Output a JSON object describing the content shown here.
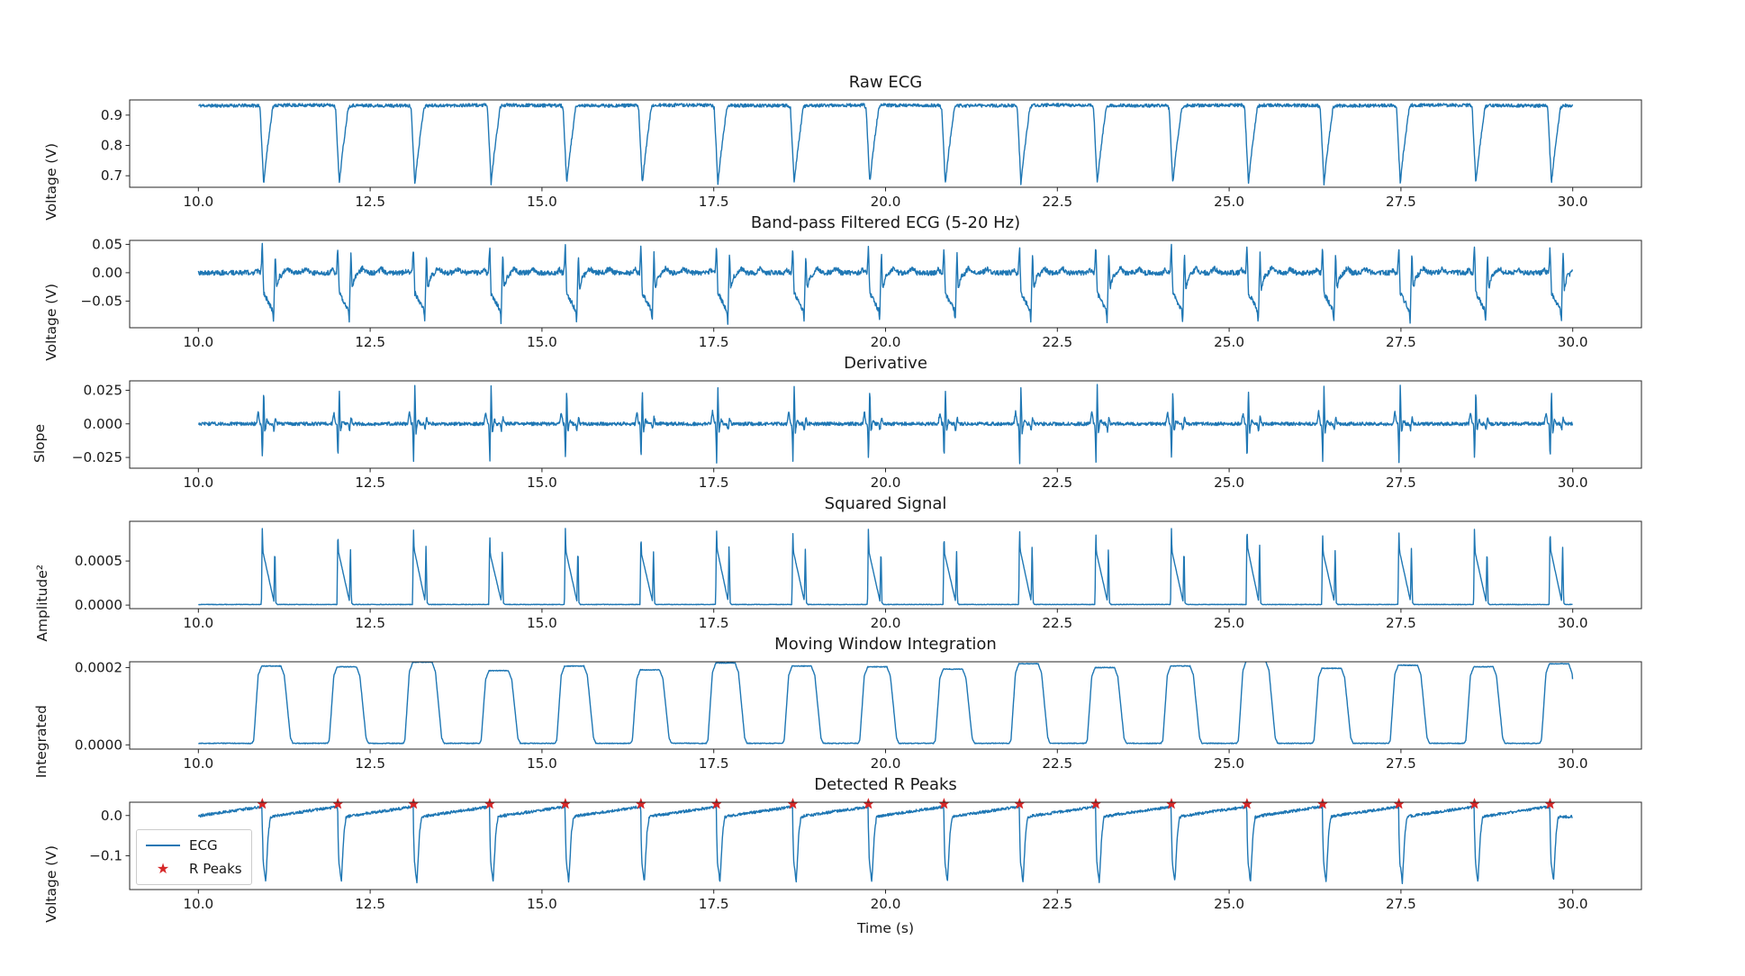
{
  "figure": {
    "background": "#ffffff",
    "line_color": "#1f77b4",
    "peak_marker_color": "#d62728",
    "frame_color": "#262626",
    "text_color": "#1a1a1a"
  },
  "legend": {
    "ecg_label": "ECG",
    "r_peaks_label": "R Peaks"
  },
  "icons": {
    "r_peak_marker": "★"
  },
  "chart_data": {
    "type": "line",
    "x_axis_label": "Time (s)",
    "xlim": [
      9.0,
      31.0
    ],
    "t_range": [
      10.0,
      30.0
    ],
    "x_ticks": [
      10.0,
      12.5,
      15.0,
      17.5,
      20.0,
      22.5,
      25.0,
      27.5,
      30.0
    ],
    "x_tick_labels": [
      "10.0",
      "12.5",
      "15.0",
      "17.5",
      "20.0",
      "22.5",
      "25.0",
      "27.5",
      "30.0"
    ],
    "r_peak_times": [
      10.93,
      12.03,
      13.13,
      14.24,
      15.34,
      16.44,
      17.54,
      18.65,
      19.75,
      20.85,
      21.95,
      23.06,
      24.16,
      25.26,
      26.36,
      27.47,
      28.57,
      29.67
    ],
    "beat_scale": [
      1.0,
      0.99,
      1.05,
      0.94,
      1.0,
      0.95,
      1.04,
      1.0,
      0.99,
      0.96,
      1.03,
      0.98,
      1.0,
      1.07,
      0.97,
      1.01,
      0.99,
      1.03
    ],
    "plots": [
      {
        "id": "raw",
        "title": "Raw ECG",
        "ylabel": "Voltage (V)",
        "ylim": [
          0.662,
          0.95
        ],
        "yticks": [
          0.7,
          0.8,
          0.9
        ],
        "ytick_labels": [
          "0.7",
          "0.8",
          "0.9"
        ],
        "baseline": 0.932,
        "noise": 0.0055,
        "beat_shape": [
          [
            -0.06,
            0
          ],
          [
            -0.033,
            -0.01
          ],
          [
            0.02,
            -0.257
          ],
          [
            0.065,
            -0.16
          ],
          [
            0.15,
            -0.008
          ],
          [
            0.19,
            0
          ]
        ]
      },
      {
        "id": "bandpass",
        "title": "Band-pass Filtered ECG (5-20 Hz)",
        "ylabel": "Voltage (V)",
        "ylim": [
          -0.097,
          0.057
        ],
        "yticks": [
          -0.05,
          0.0,
          0.05
        ],
        "ytick_labels": [
          "−0.05",
          "0.00",
          "0.05"
        ],
        "baseline": 0.0,
        "noise": 0.0045,
        "beat_shape": [
          [
            -0.12,
            0
          ],
          [
            -0.085,
            0.006
          ],
          [
            -0.05,
            0
          ],
          [
            -0.02,
            0
          ],
          [
            0,
            0.048
          ],
          [
            0.02,
            -0.036
          ],
          [
            0.15,
            -0.066
          ],
          [
            0.165,
            -0.088
          ],
          [
            0.178,
            -0.015
          ],
          [
            0.19,
            0.036
          ],
          [
            0.207,
            -0.028
          ],
          [
            0.25,
            -0.007
          ],
          [
            0.32,
            0
          ]
        ],
        "wave_bumps": [
          [
            0.3,
            0
          ],
          [
            0.36,
            0.008
          ],
          [
            0.43,
            0
          ],
          [
            0.56,
            0
          ],
          [
            0.63,
            0.007
          ],
          [
            0.71,
            0
          ]
        ]
      },
      {
        "id": "derivative",
        "title": "Derivative",
        "ylabel": "Slope",
        "ylim": [
          -0.033,
          0.032
        ],
        "yticks": [
          -0.025,
          0.0,
          0.025
        ],
        "ytick_labels": [
          "−0.025",
          "0.000",
          "0.025"
        ],
        "baseline": 0.0,
        "noise": 0.0013,
        "beat_shape": [
          [
            -0.085,
            0
          ],
          [
            -0.058,
            0.009
          ],
          [
            -0.032,
            0
          ],
          [
            -0.013,
            0
          ],
          [
            0.002,
            -0.0285
          ],
          [
            0.02,
            0.028
          ],
          [
            0.037,
            -0.007
          ],
          [
            0.065,
            0.003
          ],
          [
            0.1,
            0
          ],
          [
            0.15,
            0
          ],
          [
            0.17,
            -0.005
          ],
          [
            0.19,
            0.005
          ],
          [
            0.215,
            0
          ]
        ]
      },
      {
        "id": "squared",
        "title": "Squared Signal",
        "ylabel": "Amplitude²",
        "ylim": [
          -4e-05,
          0.00095
        ],
        "yticks": [
          0.0,
          0.0005
        ],
        "ytick_labels": [
          "0.0000",
          "0.0005"
        ],
        "baseline": 4e-06,
        "noise": 6e-06,
        "beat_shape": [
          [
            -0.013,
            0
          ],
          [
            0,
            0.00086
          ],
          [
            0.009,
            0.0006
          ],
          [
            0.168,
            4e-05
          ],
          [
            0.183,
            0.00067
          ],
          [
            0.198,
            2e-05
          ],
          [
            0.22,
            0
          ]
        ]
      },
      {
        "id": "mwi",
        "title": "Moving Window Integration",
        "ylabel": "Integrated",
        "ylim": [
          -1.1e-05,
          0.000215
        ],
        "yticks": [
          0.0,
          0.0002
        ],
        "ytick_labels": [
          "0.0000",
          "0.0002"
        ],
        "baseline": 4e-06,
        "noise": 1e-06,
        "beat_shape": [
          [
            -0.15,
            0
          ],
          [
            -0.125,
            8e-06
          ],
          [
            -0.06,
            0.000176
          ],
          [
            -0.01,
            0.0002
          ],
          [
            0.27,
            0.0002
          ],
          [
            0.32,
            0.000176
          ],
          [
            0.41,
            1.4e-05
          ],
          [
            0.445,
            0
          ]
        ]
      },
      {
        "id": "peaks",
        "title": "Detected R Peaks",
        "ylabel": "Voltage (V)",
        "ylim": [
          -0.184,
          0.033
        ],
        "yticks": [
          -0.1,
          0.0
        ],
        "ytick_labels": [
          "−0.1",
          "0.0"
        ],
        "baseline": -0.004,
        "ramp_amplitude": 0.026,
        "noise": 0.0035,
        "r_peak_marker_value": 0.022,
        "beat_shape": [
          [
            -0.004,
            0
          ],
          [
            0.013,
            -0.11
          ],
          [
            0.05,
            -0.162
          ],
          [
            0.088,
            -0.042
          ],
          [
            0.118,
            -0.002
          ],
          [
            0.17,
            0
          ]
        ]
      }
    ]
  }
}
